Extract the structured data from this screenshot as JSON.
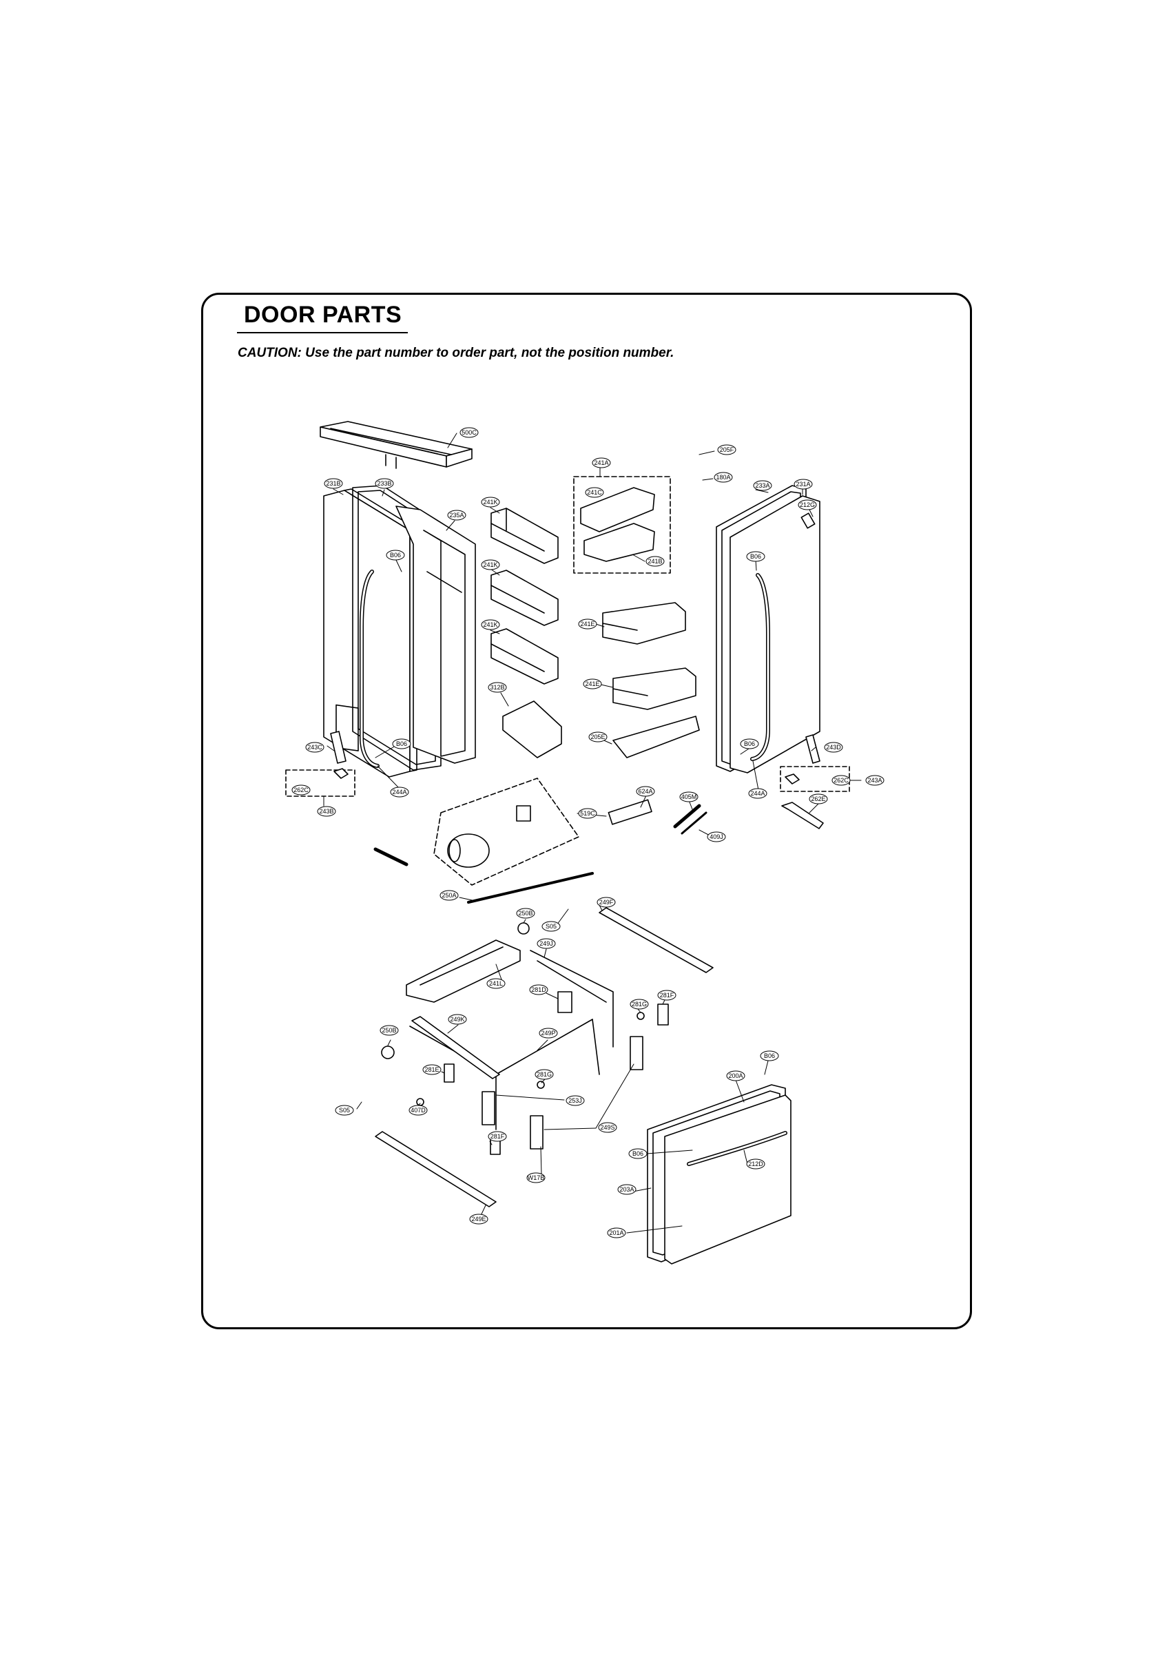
{
  "page": {
    "title": "DOOR PARTS",
    "caution": "CAUTION: Use the part number to order part, not the position number."
  },
  "callouts": [
    {
      "id": "c-500c",
      "label": "500C"
    },
    {
      "id": "c-205f",
      "label": "205F"
    },
    {
      "id": "c-241a",
      "label": "241A"
    },
    {
      "id": "c-180a",
      "label": "180A"
    },
    {
      "id": "c-231b",
      "label": "231B"
    },
    {
      "id": "c-233b",
      "label": "233B"
    },
    {
      "id": "c-241k-1",
      "label": "241K"
    },
    {
      "id": "c-235a",
      "label": "235A"
    },
    {
      "id": "c-241c",
      "label": "241C"
    },
    {
      "id": "c-233a",
      "label": "233A"
    },
    {
      "id": "c-231a",
      "label": "231A"
    },
    {
      "id": "c-212g",
      "label": "212G"
    },
    {
      "id": "c-b06-1",
      "label": "B06"
    },
    {
      "id": "c-241b",
      "label": "241B"
    },
    {
      "id": "c-b06-2",
      "label": "B06"
    },
    {
      "id": "c-241k-2",
      "label": "241K"
    },
    {
      "id": "c-241e-1",
      "label": "241E"
    },
    {
      "id": "c-241k-3",
      "label": "241K"
    },
    {
      "id": "c-241e-2",
      "label": "241E"
    },
    {
      "id": "c-312b",
      "label": "312B"
    },
    {
      "id": "c-205e",
      "label": "205E"
    },
    {
      "id": "c-243c",
      "label": "243C"
    },
    {
      "id": "c-b06-3",
      "label": "B06"
    },
    {
      "id": "c-b06-4",
      "label": "B06"
    },
    {
      "id": "c-243d",
      "label": "243D"
    },
    {
      "id": "c-262c-1",
      "label": "262C"
    },
    {
      "id": "c-244a-1",
      "label": "244A"
    },
    {
      "id": "c-262c-2",
      "label": "262C"
    },
    {
      "id": "c-243a",
      "label": "243A"
    },
    {
      "id": "c-244a-2",
      "label": "244A"
    },
    {
      "id": "c-243b",
      "label": "243B"
    },
    {
      "id": "c-624a",
      "label": "624A"
    },
    {
      "id": "c-405m",
      "label": "405M"
    },
    {
      "id": "c-262e",
      "label": "262E"
    },
    {
      "id": "c-519c",
      "label": "519C"
    },
    {
      "id": "c-409j",
      "label": "409J"
    },
    {
      "id": "c-250a",
      "label": "250A"
    },
    {
      "id": "c-249f",
      "label": "249F"
    },
    {
      "id": "c-250b-1",
      "label": "250B"
    },
    {
      "id": "c-s05-1",
      "label": "S05"
    },
    {
      "id": "c-249j",
      "label": "249J"
    },
    {
      "id": "c-241l",
      "label": "241L"
    },
    {
      "id": "c-281d",
      "label": "281D"
    },
    {
      "id": "c-281f-1",
      "label": "281F"
    },
    {
      "id": "c-281g-1",
      "label": "281G"
    },
    {
      "id": "c-249k",
      "label": "249K"
    },
    {
      "id": "c-250b-2",
      "label": "250B"
    },
    {
      "id": "c-249p",
      "label": "249P"
    },
    {
      "id": "c-b06-5",
      "label": "B06"
    },
    {
      "id": "c-281e",
      "label": "281E"
    },
    {
      "id": "c-281g-2",
      "label": "281G"
    },
    {
      "id": "c-200a",
      "label": "200A"
    },
    {
      "id": "c-253j",
      "label": "253J"
    },
    {
      "id": "c-s05-2",
      "label": "S05"
    },
    {
      "id": "c-407d",
      "label": "407D"
    },
    {
      "id": "c-249s",
      "label": "249S"
    },
    {
      "id": "c-281f-2",
      "label": "281F"
    },
    {
      "id": "c-b06-6",
      "label": "B06"
    },
    {
      "id": "c-212d",
      "label": "212D"
    },
    {
      "id": "c-w17b",
      "label": "W17B"
    },
    {
      "id": "c-203a",
      "label": "203A"
    },
    {
      "id": "c-249e",
      "label": "249E"
    },
    {
      "id": "c-201a",
      "label": "201A"
    }
  ]
}
